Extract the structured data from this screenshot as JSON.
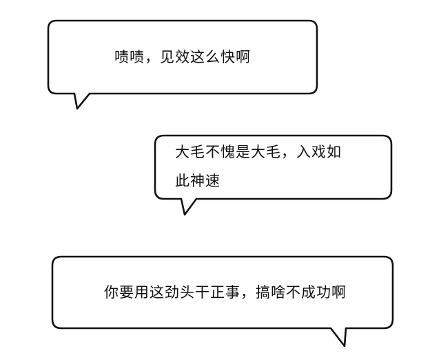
{
  "bubbles": [
    {
      "text": "啧啧，见效这么快啊"
    },
    {
      "line1": "大毛不愧是大毛，入戏如",
      "line2": "此神速"
    },
    {
      "text": "你要用这劲头干正事，搞啥不成功啊"
    }
  ]
}
